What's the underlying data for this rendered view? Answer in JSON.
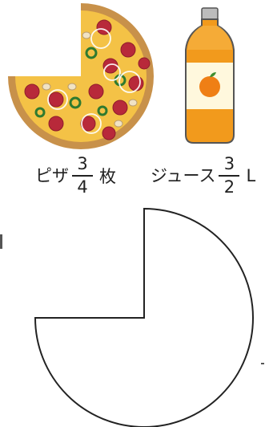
{
  "pizza": {
    "name": "ピザ",
    "fraction": {
      "numerator": "3",
      "denominator": "4"
    },
    "unit": "枚"
  },
  "juice": {
    "name": "ジュース",
    "fraction": {
      "numerator": "3",
      "denominator": "2"
    },
    "unit": "L"
  },
  "figure_remaining_fraction": 0.75,
  "colors": {
    "crust": "#c8914a",
    "crust_inner": "#e6a24a",
    "cheese": "#f4c246",
    "pepperoni": "#b8293a",
    "olive": "#2f7a2f",
    "bottle_liquid": "#f29a1c",
    "bottle_label": "#fff8dd",
    "cap": "#bcbcbc",
    "orange": "#ef7f15",
    "outline": "#222222"
  }
}
